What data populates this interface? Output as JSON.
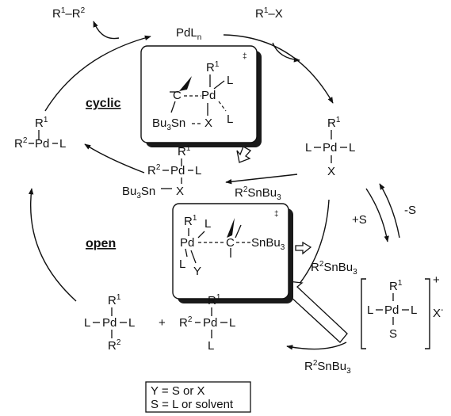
{
  "labels": {
    "cyclic": "cyclic",
    "open": "open"
  },
  "species": {
    "catalyst": "PdL",
    "catalyst_sub": "n",
    "product": {
      "r1": "R",
      "r1_sup": "1",
      "dash": "–",
      "r2": "R",
      "r2_sup": "2"
    },
    "substrate": {
      "r": "R",
      "sup": "1",
      "x": "–X"
    },
    "oxidative_adduct": {
      "r1": "R",
      "r1_sup": "1",
      "l_left": "L",
      "pd": "Pd",
      "l_right": "L",
      "x": "X"
    },
    "cationic_complex": {
      "r1": "R",
      "r1_sup": "1",
      "l_left": "L",
      "pd": "Pd",
      "l_right": "L",
      "s": "S",
      "charge": "+",
      "anion": "X",
      "anion_sup": "-"
    },
    "cyclic_intermediate": {
      "r1": "R",
      "r1_sup": "1",
      "r2": "R",
      "r2_sup": "2",
      "pd": "Pd",
      "l": "L",
      "sn": "Bu",
      "sn_sub": "3",
      "sn_el": "Sn",
      "x": "X"
    },
    "trans_product": {
      "r1": "R",
      "r1_sup": "1",
      "l_left": "L",
      "pd": "Pd",
      "l_right": "L",
      "r2": "R",
      "r2_sup": "2"
    },
    "cis_product": {
      "r1": "R",
      "r1_sup": "1",
      "r2": "R",
      "r2_sup": "2",
      "pd": "Pd",
      "l_right": "L",
      "l_bottom": "L"
    },
    "plus": "+",
    "left_complex": {
      "r1": "R",
      "r1_sup": "1",
      "r2": "R",
      "r2_sup": "2",
      "pd": "Pd",
      "l": "L"
    }
  },
  "reagents": {
    "stannane": {
      "r": "R",
      "sup": "2",
      "sn": "SnBu",
      "sub": "3"
    },
    "plus_s": "+S",
    "minus_s": "-S"
  },
  "transition_states": {
    "cyclic": {
      "dagger": "‡",
      "r1": "R",
      "r1_sup": "1",
      "l_top": "L",
      "c": "C",
      "pd": "Pd",
      "l_bottom": "L",
      "sn": "Bu",
      "sn_sub": "3",
      "sn_el": "Sn",
      "x": "X"
    },
    "open": {
      "dagger": "‡",
      "r1": "R",
      "r1_sup": "1",
      "l_top": "L",
      "pd": "Pd",
      "c": "C",
      "sn": "SnBu",
      "sn_sub": "3",
      "l_left": "L",
      "y": "Y"
    }
  },
  "legend": {
    "line1": "Y = S or X",
    "line2": "S = L or solvent"
  },
  "colors": {
    "ink": "#111111",
    "shadow": "#1a1a1a",
    "background": "#ffffff"
  }
}
